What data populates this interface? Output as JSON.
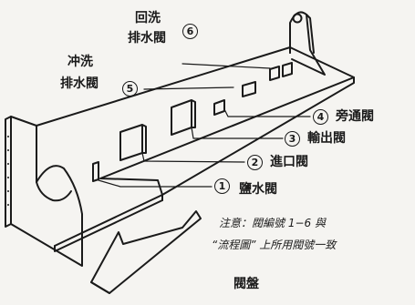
{
  "valves": [
    {
      "id": "1",
      "label": "鹽水閥"
    },
    {
      "id": "2",
      "label": "進口閥"
    },
    {
      "id": "3",
      "label": "輸出閥"
    },
    {
      "id": "4",
      "label": "旁通閥"
    },
    {
      "id": "5",
      "label_line1": "冲洗",
      "label_line2": "排水閥"
    },
    {
      "id": "6",
      "label_line1": "回洗",
      "label_line2": "排水閥"
    }
  ],
  "note": {
    "line1": "注意：閥編號 1−6 與",
    "line2": "“流程圖” 上所用閥號一致"
  },
  "caption": "閥盤"
}
